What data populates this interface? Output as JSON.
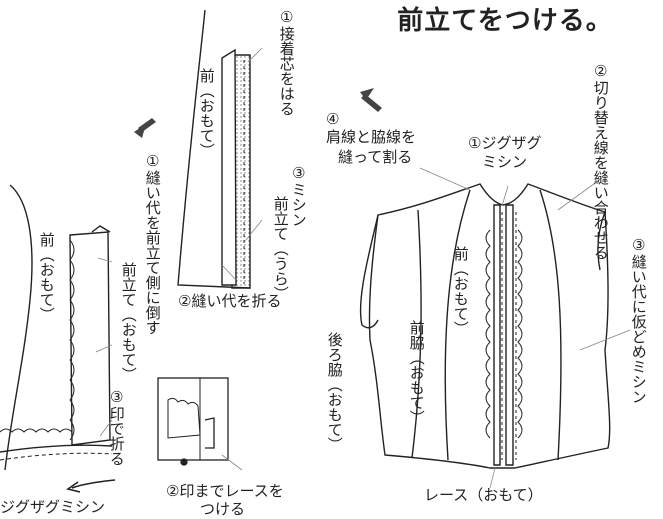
{
  "title": "前立てをつける。",
  "left": {
    "step1": "①縫い代を前立て側に倒す",
    "front_face": "前（おもて）",
    "placket_face": "前立て（おもて）",
    "step3": "③印で折る",
    "zigzag": "ジグザグミシン"
  },
  "middle": {
    "step1": "①接着芯をはる",
    "front_face": "前（おもて）",
    "step3_machine": "③ミシン",
    "placket_back": "前立て（うら）",
    "step2_fold": "②縫い代を折る",
    "step2_lace": "②印までレースを",
    "step2_lace_cont": "つける"
  },
  "right": {
    "step4_line1": "④",
    "step4_line2": "肩線と脇線を",
    "step4_line3": "縫って割る",
    "step1_line1": "①ジグザグ",
    "step1_line2": "ミシン",
    "step2": "②切り替え線を縫い合わせる",
    "step3": "③縫い代に仮どめミシン",
    "front_face": "前（おもて）",
    "side_front": "前脇（おもて）",
    "back_side": "後ろ脇（おもて）",
    "lace_face": "レース（おもて）"
  }
}
